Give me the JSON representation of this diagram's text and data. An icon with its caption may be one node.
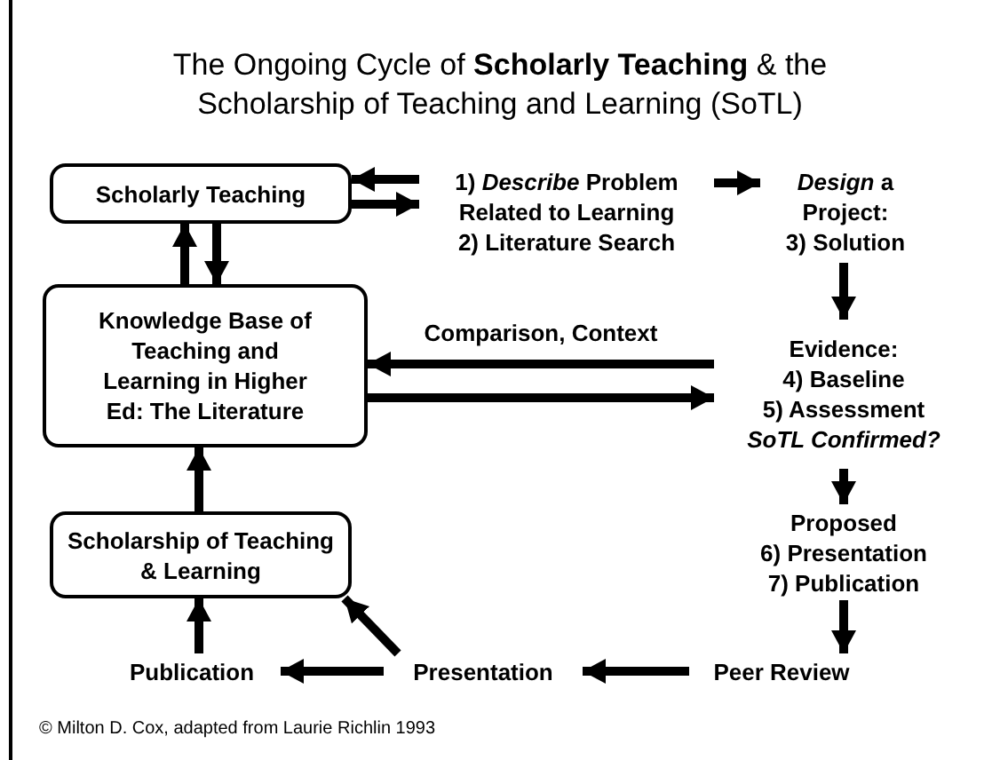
{
  "diagram": {
    "title": "The Ongoing Cycle of **Scholarly Teaching** & the Scholarship of Teaching and Learning (SoTL)",
    "nodes": [
      {
        "text": [
          "Scholarly Teaching"
        ]
      },
      {
        "text": [
          "1) *Describe* Problem Related to Learning",
          "2) Literature Search"
        ]
      },
      {
        "text": [
          "*Design* a Project:",
          "3) Solution"
        ]
      },
      {
        "text": [
          "Knowledge Base of Teaching and Learning in Higher Ed: The Literature"
        ]
      },
      {
        "text": [
          "Evidence:",
          "4) Baseline",
          "5) Assessment",
          "SoTL Confirmed?"
        ]
      },
      {
        "text": [
          "Scholarship of Teaching & Learning"
        ]
      },
      {
        "text": [
          "Proposed",
          "6) Presentation",
          "7) Publication"
        ]
      },
      {
        "text": [
          "Publication"
        ]
      },
      {
        "text": [
          "Presentation"
        ]
      },
      {
        "text": [
          "Peer Review"
        ]
      }
    ],
    "edges": [
      {
        "from": 1,
        "to": 0,
        "arrow": "to"
      },
      {
        "from": 0,
        "to": 1,
        "arrow": "to"
      },
      {
        "from": 1,
        "to": 2,
        "arrow": "to"
      },
      {
        "from": 0,
        "to": 3,
        "arrow": "to"
      },
      {
        "from": 3,
        "to": 0,
        "arrow": "to"
      },
      {
        "from": 2,
        "to": 4,
        "arrow": "to"
      },
      {
        "from": 4,
        "to": 3,
        "arrow": "to",
        "label": "Comparison, Context"
      },
      {
        "from": 3,
        "to": 4,
        "arrow": "to"
      },
      {
        "from": 4,
        "to": 6,
        "arrow": "to"
      },
      {
        "from": 6,
        "to": 9,
        "arrow": "to"
      },
      {
        "from": 9,
        "to": 8,
        "arrow": "to"
      },
      {
        "from": 8,
        "to": 7,
        "arrow": "to"
      },
      {
        "from": 8,
        "to": 5,
        "arrow": "to"
      },
      {
        "from": 7,
        "to": 5,
        "arrow": "to"
      },
      {
        "from": 5,
        "to": 3,
        "arrow": "to"
      }
    ],
    "labels": [
      "© Milton D. Cox, adapted from Laurie Richlin 1993"
    ]
  }
}
